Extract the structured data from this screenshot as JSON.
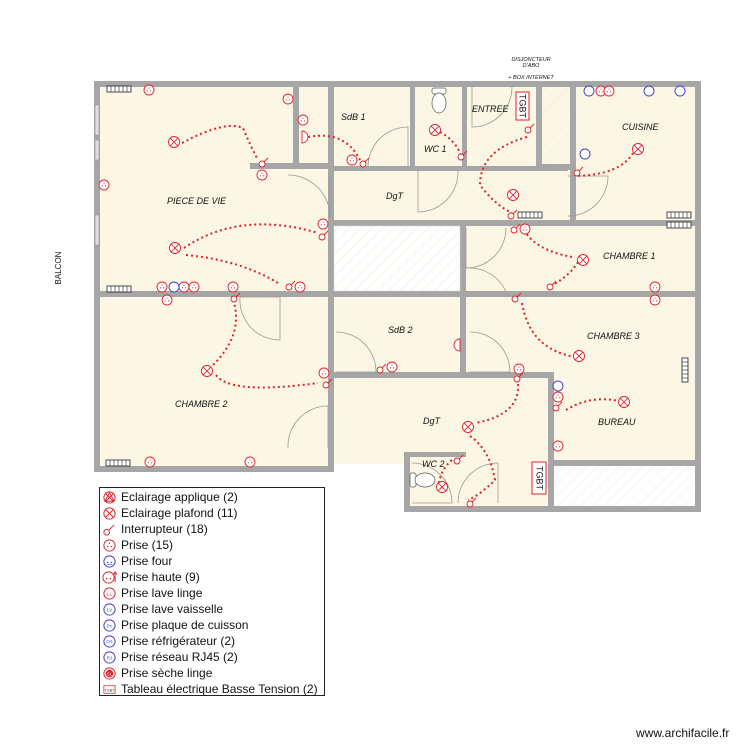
{
  "plan": {
    "annotation_top_1": "DISJONCTEUR",
    "annotation_top_2": "D'ABO",
    "annotation_top_3": "+ BOX INTERNET",
    "balcony_label": "BALCON",
    "rooms": {
      "piece_de_vie": "PIECE DE VIE",
      "sdb1": "SdB 1",
      "wc1": "WC 1",
      "entree": "ENTREE",
      "cuisine": "CUISINE",
      "dgt_top": "DgT",
      "chambre1": "CHAMBRE 1",
      "chambre2": "CHAMBRE 2",
      "sdb2": "SdB 2",
      "chambre3": "CHAMBRE 3",
      "dgt_bottom": "DgT",
      "bureau": "BUREAU",
      "wc2": "WC 2"
    },
    "panels": [
      "TGBT",
      "TGBT"
    ],
    "colors": {
      "floor": "#fbf7e4",
      "wall": "#a6a6a6",
      "electric": "#e0202a",
      "appliance": "#3a3ad0"
    }
  },
  "legend": {
    "items": [
      {
        "icon": "wall-light-icon",
        "label": "Eclairage applique (2)"
      },
      {
        "icon": "ceiling-light-icon",
        "label": "Eclairage plafond (11)"
      },
      {
        "icon": "switch-icon",
        "label": "Interrupteur (18)"
      },
      {
        "icon": "outlet-icon",
        "label": "Prise (15)"
      },
      {
        "icon": "oven-outlet-icon",
        "label": "Prise four"
      },
      {
        "icon": "high-outlet-icon",
        "label": "Prise haute (9)"
      },
      {
        "icon": "washing-machine-outlet-icon",
        "label": "Prise lave linge"
      },
      {
        "icon": "dishwasher-outlet-icon",
        "label": "Prise lave vaisselle"
      },
      {
        "icon": "cooktop-outlet-icon",
        "label": "Prise plaque de cuisson"
      },
      {
        "icon": "fridge-outlet-icon",
        "label": "Prise réfrigérateur (2)"
      },
      {
        "icon": "rj45-outlet-icon",
        "label": "Prise réseau RJ45 (2)"
      },
      {
        "icon": "dryer-outlet-icon",
        "label": "Prise sèche linge"
      },
      {
        "icon": "electrical-panel-icon",
        "label": "Tableau électrique Basse Tension (2)"
      }
    ]
  },
  "footer": {
    "credit": "www.archifacile.fr"
  }
}
